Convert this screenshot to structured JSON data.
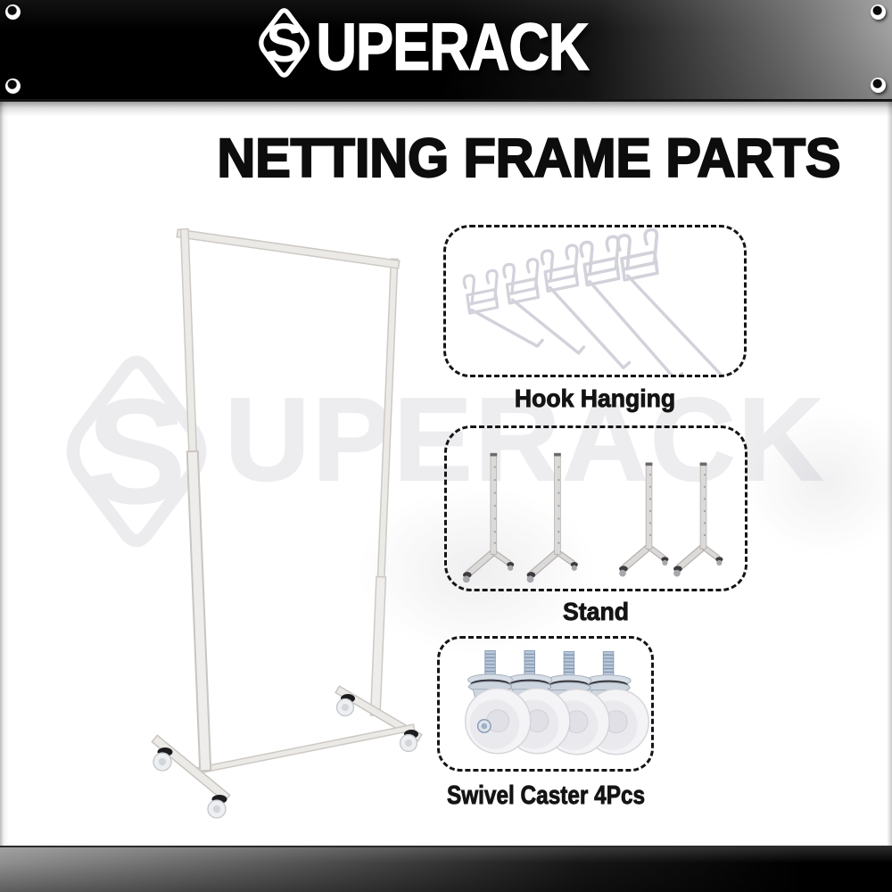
{
  "banner": {
    "brand_initial": "S",
    "brand_rest": "UPERACK",
    "brand_full": "SUPERACK"
  },
  "title": "NETTING FRAME PARTS",
  "watermark": {
    "brand_initial": "S",
    "brand_rest": "UPERACK"
  },
  "main_illustration": "netting-frame-on-swivel-casters",
  "parts": [
    {
      "label": "Hook Hanging",
      "illustration": "pegboard-hanging-hooks-5pcs"
    },
    {
      "label": "Stand",
      "illustration": "upright-stand-posts-4pcs"
    },
    {
      "label": "Swivel Caster 4Pcs",
      "illustration": "swivel-casters-4pcs"
    }
  ],
  "colors": {
    "banner_dark": "#000000",
    "banner_light": "#a8a8a8",
    "title_text": "#0d0d0d",
    "label_text": "#141414",
    "dashed_border": "#151515",
    "watermark": "#ededf0",
    "frame_fill": "#eceae7",
    "frame_outline": "#cdc9c5",
    "caster_steel": "#ccd4de",
    "wheel_white": "#f4f4f6"
  }
}
